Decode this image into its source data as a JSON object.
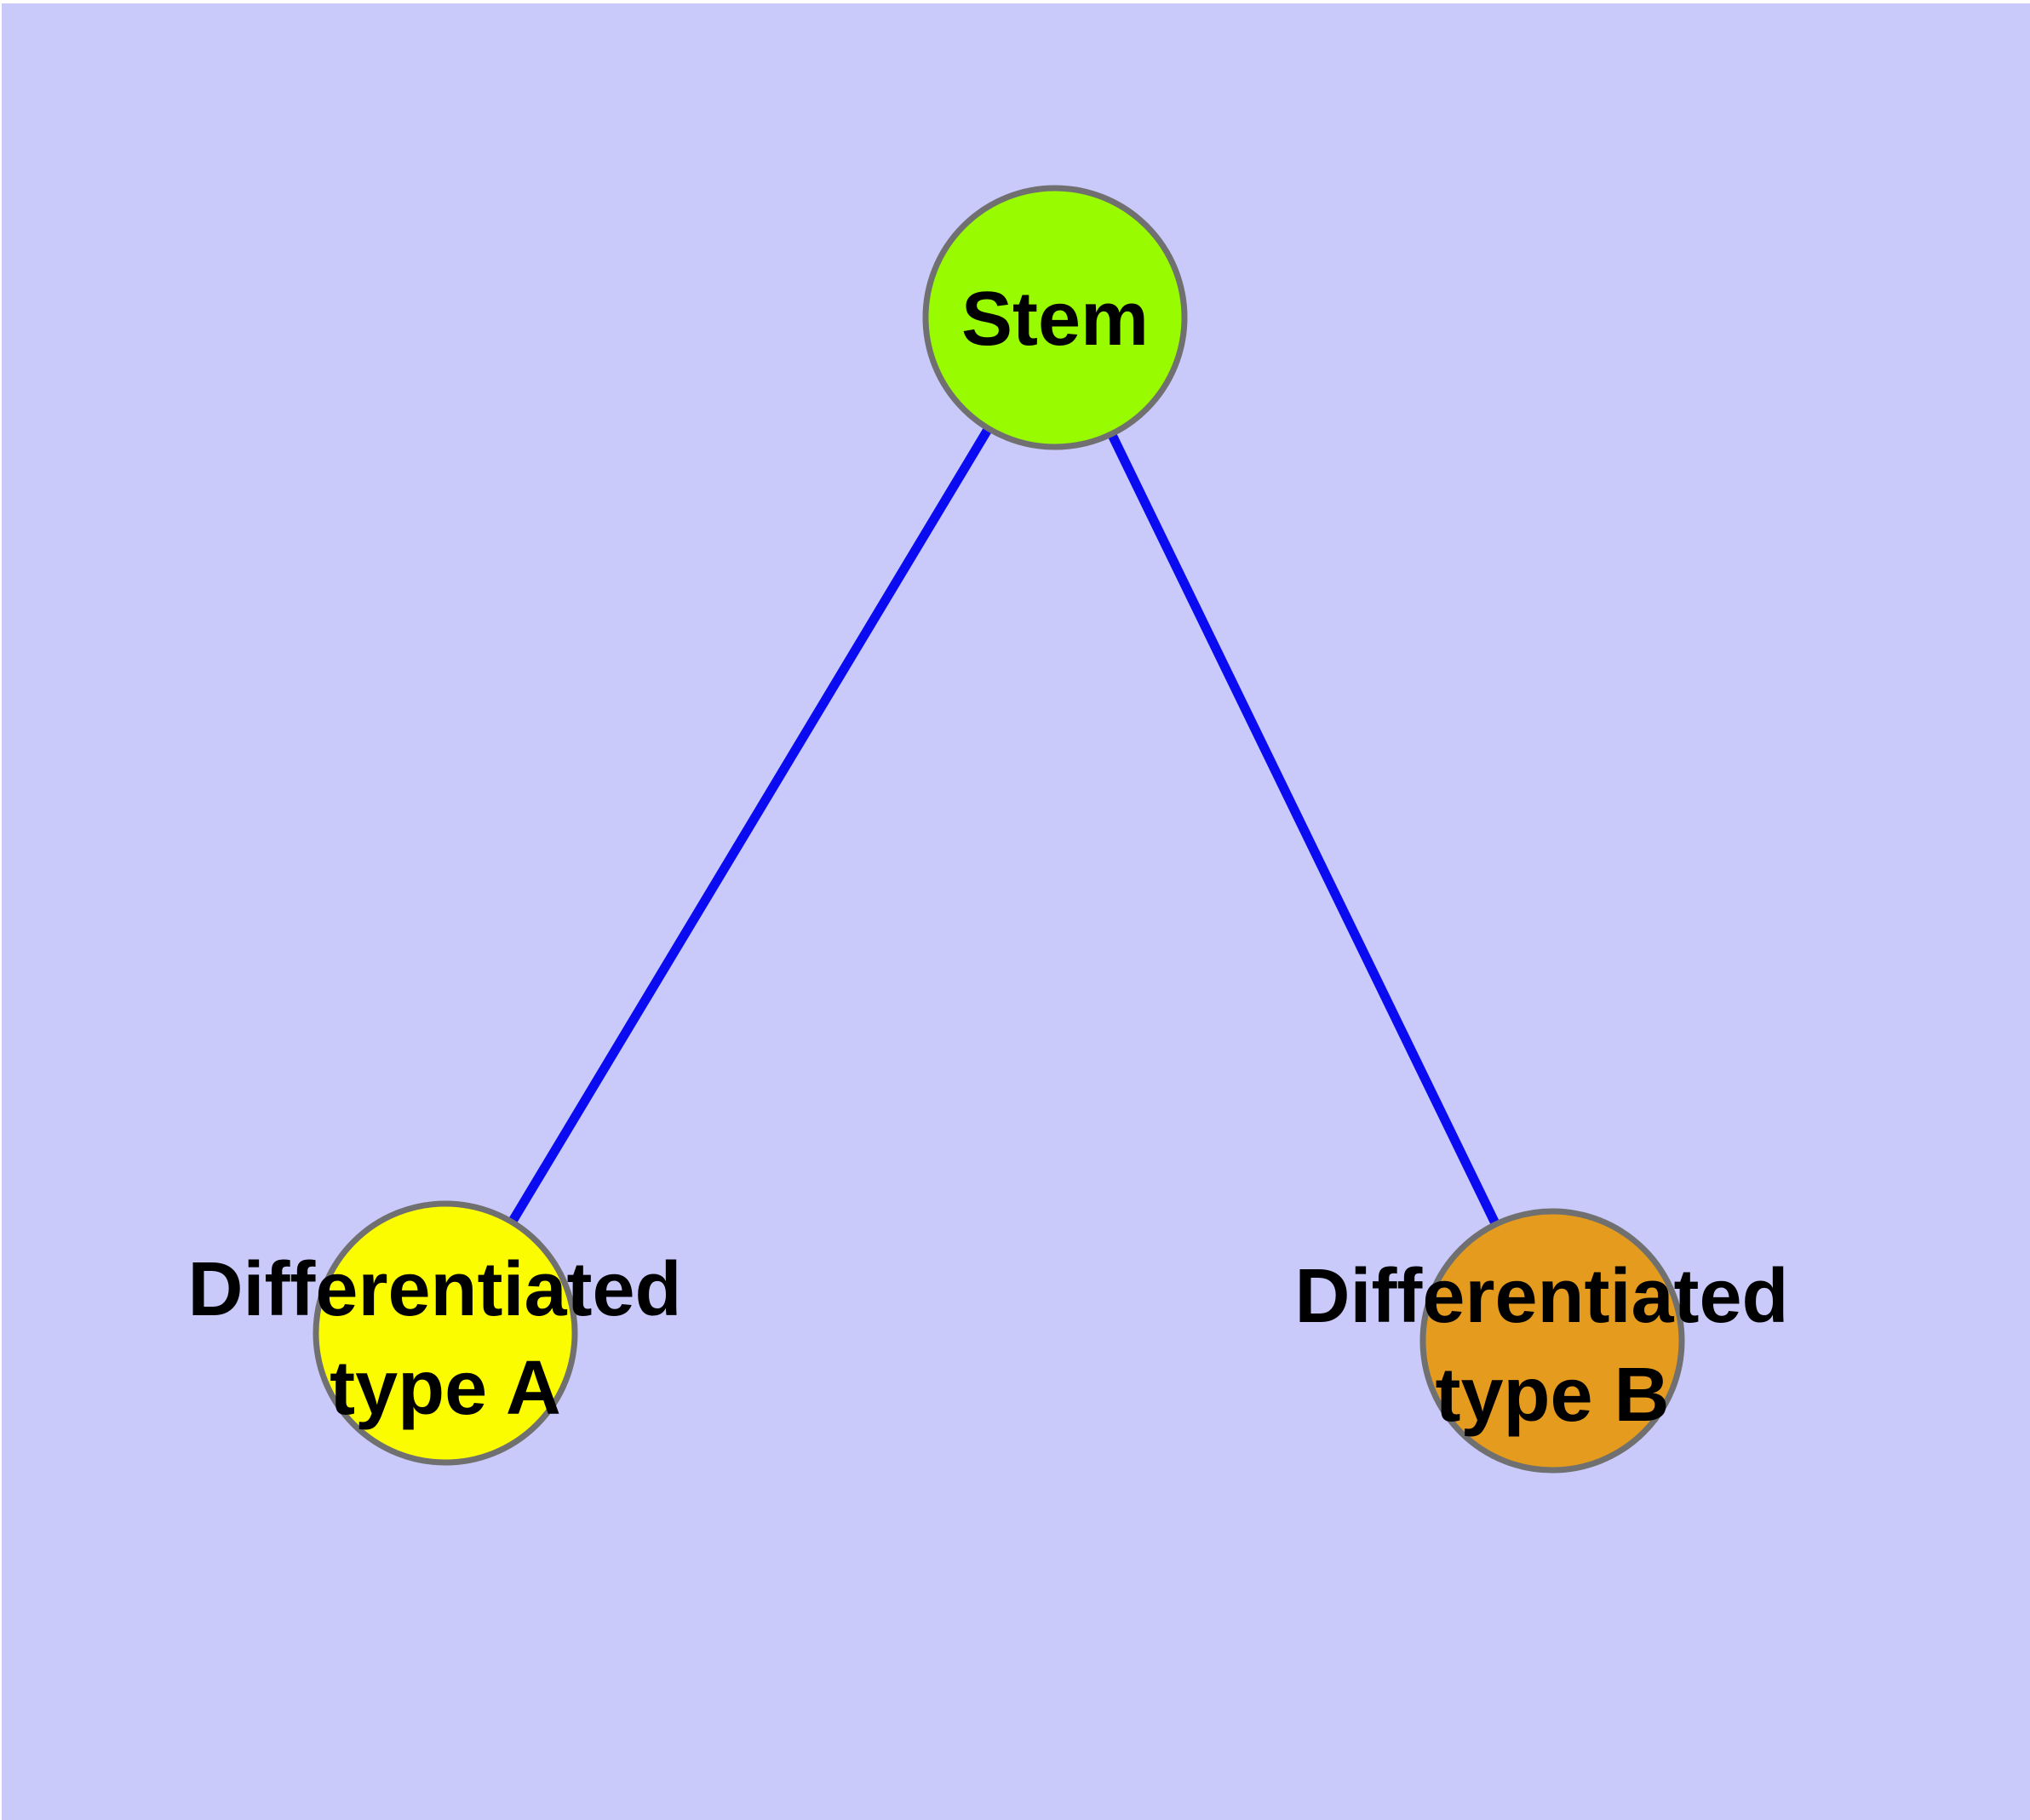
{
  "diagram": {
    "type": "graph",
    "canvas": {
      "background_color": "#C9C9FA",
      "page_color": "#FFFFFF"
    },
    "node_style": {
      "border_color": "#707070",
      "border_width": 7,
      "label_color": "#000000"
    },
    "edge_style": {
      "color": "#0B0BF2",
      "width": 11
    },
    "nodes": [
      {
        "id": "stem",
        "label": "Stem",
        "line1": "Stem",
        "line2": "",
        "fill": "#99FB00"
      },
      {
        "id": "differentiated-type-a",
        "label": "Differentiated type A",
        "line1": "Differentiated",
        "line2": "type A",
        "fill": "#FCFC00"
      },
      {
        "id": "differentiated-type-b",
        "label": "Differentiated type B",
        "line1": "Differentiated",
        "line2": "type B",
        "fill": "#E49B1E"
      }
    ],
    "edges": [
      {
        "from": "Stem",
        "to": "Differentiated type A"
      },
      {
        "from": "Stem",
        "to": "Differentiated type B"
      }
    ]
  }
}
